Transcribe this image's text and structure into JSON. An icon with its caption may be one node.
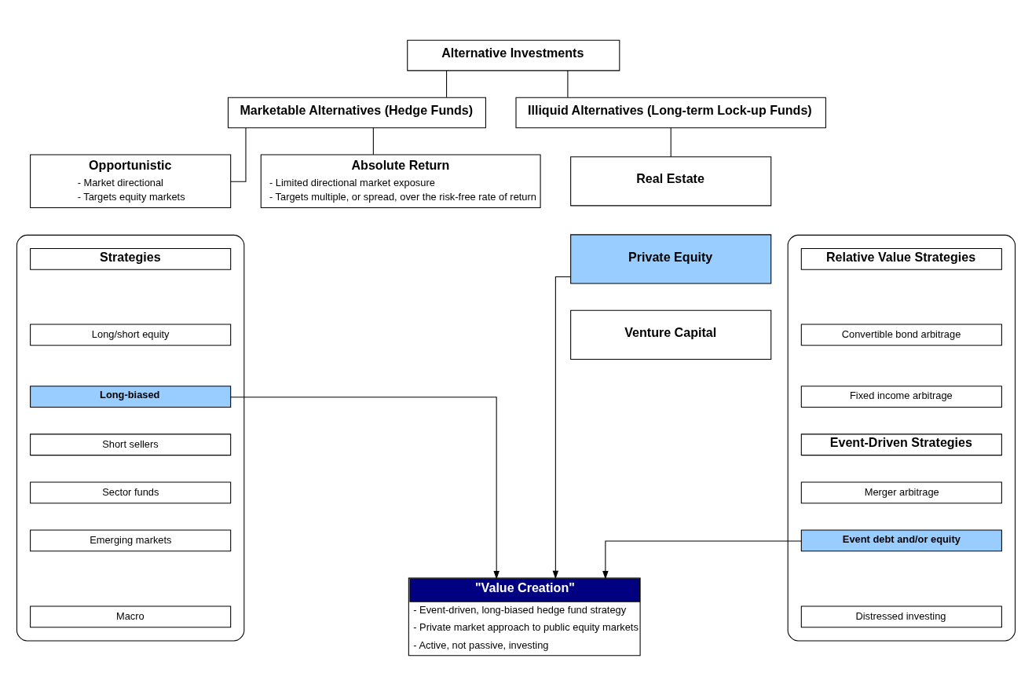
{
  "diagram": {
    "nodes": [
      {
        "text": [
          "Alternative Investments"
        ]
      },
      {
        "text": [
          "Marketable Alternatives (Hedge Funds)"
        ]
      },
      {
        "text": [
          "Illiquid Alternatives (Long-term Lock-up Funds)"
        ]
      },
      {
        "text": [
          "Absolute Return",
          "- Limited directional market exposure",
          "- Targets multiple, or spread, over the risk-free rate of return"
        ]
      },
      {
        "text": [
          "Opportunistic",
          "- Market directional",
          "- Targets equity markets"
        ]
      },
      {
        "text": [],
        "shape": "box"
      },
      {
        "text": [
          "Relative Value Strategies"
        ],
        "in": 5
      },
      {
        "text": [
          "Convertible bond arbitrage"
        ],
        "in": 5
      },
      {
        "text": [
          "Fixed income arbitrage"
        ],
        "in": 5
      },
      {
        "text": [
          "Event-Driven Strategies"
        ],
        "in": 5
      },
      {
        "text": [
          "Merger arbitrage"
        ],
        "in": 5
      },
      {
        "text": [
          "Event debt and/or equity"
        ],
        "in": 5
      },
      {
        "text": [
          "Distressed investing"
        ],
        "in": 5
      },
      {
        "text": [],
        "shape": "box"
      },
      {
        "text": [
          "Strategies"
        ],
        "in": 13
      },
      {
        "text": [
          "Long/short equity"
        ],
        "in": 13
      },
      {
        "text": [
          "Long-biased"
        ],
        "in": 13
      },
      {
        "text": [
          "Short sellers"
        ],
        "in": 13
      },
      {
        "text": [
          "Sector funds"
        ],
        "in": 13
      },
      {
        "text": [
          "Emerging markets"
        ],
        "in": 13
      },
      {
        "text": [
          "Macro"
        ],
        "in": 13
      },
      {
        "text": [
          "Real Estate"
        ]
      },
      {
        "text": [
          "Private Equity"
        ]
      },
      {
        "text": [
          "Venture Capital"
        ]
      },
      {
        "text": [
          "\"Value Creation\"",
          "- Event-driven, long-biased hedge fund strategy",
          "- Private market approach to public equity markets",
          "- Active, not passive, investing"
        ]
      }
    ],
    "edges": [
      {
        "from": 0,
        "to": 1,
        "arrow": "none"
      },
      {
        "from": 0,
        "to": 2,
        "arrow": "none"
      },
      {
        "from": 1,
        "to": 3,
        "arrow": "none"
      },
      {
        "from": 1,
        "to": 4,
        "arrow": "none"
      },
      {
        "from": 2,
        "to": 21,
        "arrow": "none"
      },
      {
        "from": 11,
        "to": 24,
        "arrow": "to"
      },
      {
        "from": 16,
        "to": 24,
        "arrow": "to"
      },
      {
        "from": 22,
        "to": 24,
        "arrow": "to"
      }
    ]
  }
}
